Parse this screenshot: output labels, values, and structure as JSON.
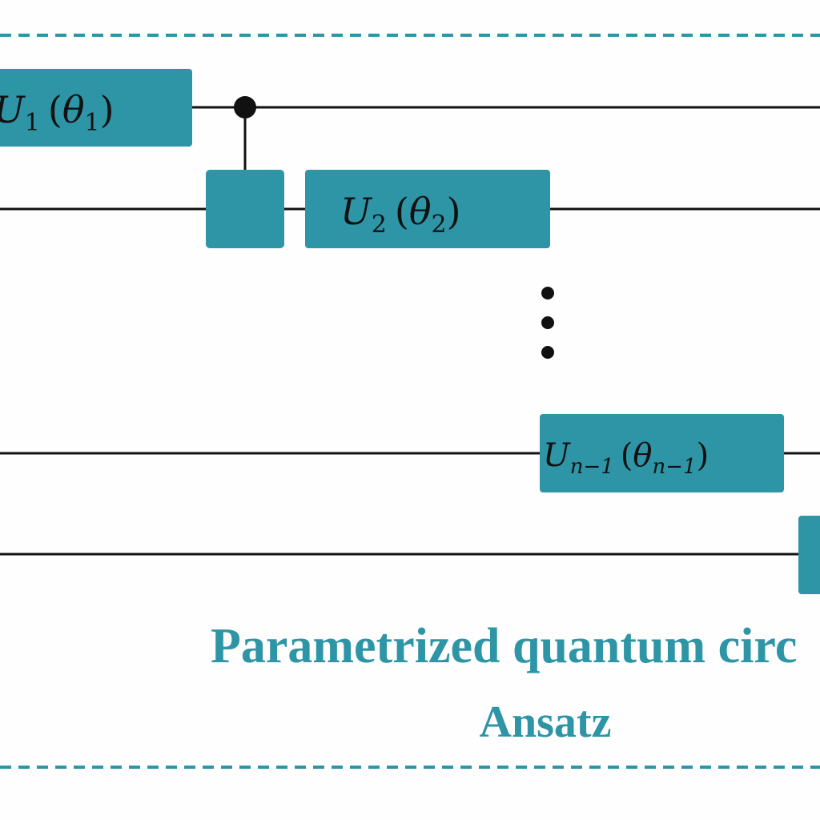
{
  "colors": {
    "teal": "#2e95a6",
    "wire": "#111111",
    "background": "#fefefe"
  },
  "gates": {
    "u1": {
      "op": "U",
      "op_sub": "1",
      "param": "θ",
      "param_sub": "1"
    },
    "u2": {
      "op": "U",
      "op_sub": "2",
      "param": "θ",
      "param_sub": "2"
    },
    "un1": {
      "op": "U",
      "op_sub": "n−1",
      "param": "θ",
      "param_sub": "n−1"
    }
  },
  "ellipsis_icon": "vertical-ellipsis-icon",
  "caption": {
    "line1": "Parametrized quantum circ",
    "line2": "Ansatz"
  }
}
